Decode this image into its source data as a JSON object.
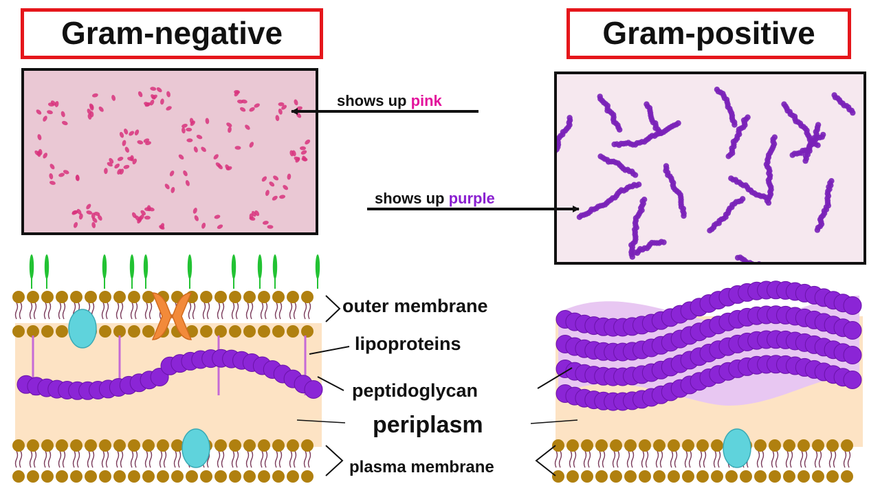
{
  "titles": {
    "gram_negative": "Gram-negative",
    "gram_positive": "Gram-positive"
  },
  "annotations": {
    "pink_prefix": "shows up ",
    "pink_word": "pink",
    "purple_prefix": "shows up ",
    "purple_word": "purple"
  },
  "labels": {
    "outer_membrane": "outer membrane",
    "lipoproteins": "lipoproteins",
    "peptidoglycan": "peptidoglycan",
    "periplasm": "periplasm",
    "plasma_membrane": "plasma membrane"
  },
  "colors": {
    "title_border": "#e5161b",
    "pink_text": "#e3139c",
    "purple_text": "#8a1fd0",
    "lipid_head": "#b0800f",
    "lipid_tail": "#7a3a5a",
    "peptidoglycan": "#8b25d6",
    "periplasm": "#fde3c4",
    "protein_cyan": "#5fd3dc",
    "porin_orange": "#f28a3a",
    "lps_green": "#22c233",
    "stain_pink": "#d8327d",
    "stain_purple": "#7a21b8"
  }
}
